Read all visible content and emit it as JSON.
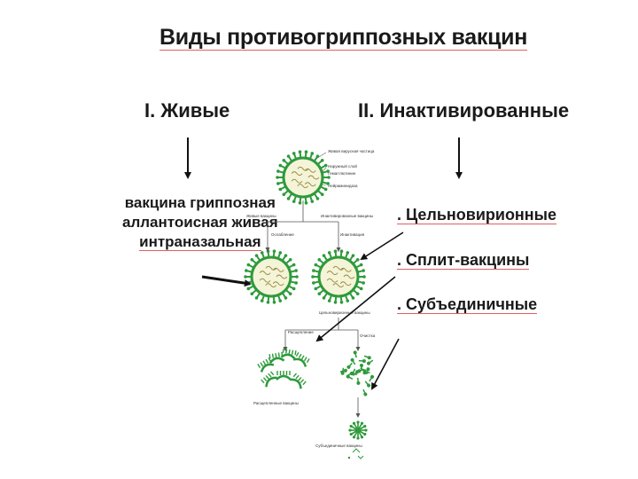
{
  "title": "Виды противогриппозных вакцин",
  "left": {
    "heading": "I. Живые",
    "vaccine_lines": [
      "вакцина гриппозная",
      "аллантоисная живая",
      "интраназальная"
    ]
  },
  "right": {
    "heading": "II. Инактивированные",
    "categories": [
      ". Цельновирионные",
      ". Сплит-вакцины",
      ". Субъединичные"
    ]
  },
  "figure": {
    "virus_label": "Живая вирусная частица",
    "virus_annotations": [
      "Наружный слой",
      "Гемагглютинин",
      "Нейраминидаза"
    ],
    "branch_live": "Живые вакцины",
    "branch_inactivated": "Инактивированные вакцины",
    "note_live": "Ослабление",
    "note_inactivated": "Инактивация",
    "whole_label": "Цельновирионные вакцины",
    "split_note": "Расщепление",
    "purify_note": "Очистка",
    "split_label": "Расщепленные вакцины",
    "subunit_label": "Субъединичные вакцины"
  },
  "colors": {
    "title_underline": "#e06060",
    "virion_green": "#2e9a3a",
    "virion_core": "#f4f4d8",
    "arrow": "#111111"
  }
}
